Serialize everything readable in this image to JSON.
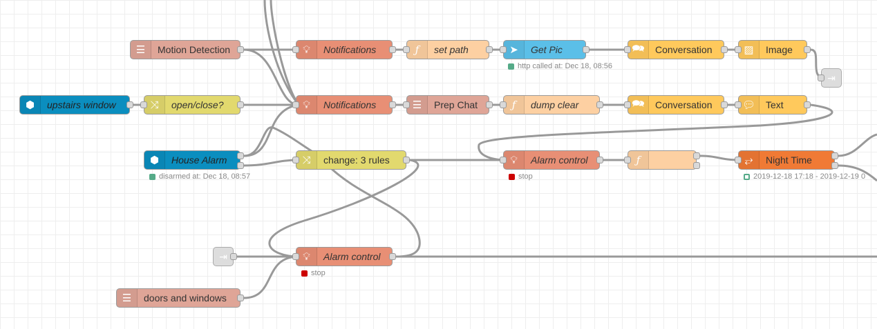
{
  "colors": {
    "inject": "#0b8ebf",
    "switch": "#e2d96e",
    "notify": "#e88f75",
    "function": "#fdd0a2",
    "template": "#dfa597",
    "http": "#5bbfe8",
    "telegram": "#ffc95c",
    "time": "#f07a35",
    "link": "#dddddd",
    "status_green": "#5a8",
    "status_red": "#c00"
  },
  "nodes": {
    "motion_detection": {
      "label": "Motion Detection",
      "icon": "template-icon"
    },
    "notifications_1": {
      "label": "Notifications",
      "icon": "lightbulb-icon"
    },
    "set_path": {
      "label": "set path",
      "icon": "function-icon"
    },
    "get_pic": {
      "label": "Get Pic",
      "icon": "send-icon"
    },
    "conversation_1": {
      "label": "Conversation",
      "icon": "chat-icon"
    },
    "image": {
      "label": "Image",
      "icon": "image-icon"
    },
    "upstairs_window": {
      "label": "upstairs window",
      "icon": "inject-icon"
    },
    "open_close": {
      "label": "open/close?",
      "icon": "switch-icon"
    },
    "notifications_2": {
      "label": "Notifications",
      "icon": "lightbulb-icon"
    },
    "prep_chat": {
      "label": "Prep Chat",
      "icon": "template-icon"
    },
    "dump_clear": {
      "label": "dump clear",
      "icon": "function-icon"
    },
    "conversation_2": {
      "label": "Conversation",
      "icon": "chat-icon"
    },
    "text": {
      "label": "Text",
      "icon": "speech-bubble-icon"
    },
    "house_alarm": {
      "label": "House Alarm",
      "icon": "inject-icon"
    },
    "change_rules": {
      "label": "change: 3 rules",
      "icon": "switch-icon"
    },
    "alarm_control_1": {
      "label": "Alarm control",
      "icon": "lightbulb-icon"
    },
    "function_blank": {
      "label": "",
      "icon": "function-icon"
    },
    "night_time": {
      "label": "Night Time",
      "icon": "time-icon"
    },
    "alarm_control_2": {
      "label": "Alarm control",
      "icon": "lightbulb-icon"
    },
    "doors_windows": {
      "label": "doors and windows",
      "icon": "template-icon"
    }
  },
  "statuses": {
    "get_pic": "http called at: Dec 18, 08:56",
    "house_alarm": "disarmed at: Dec 18, 08:57",
    "alarm_control_1": "stop",
    "night_time": "2019-12-18 17:18 - 2019-12-19 0",
    "alarm_control_2": "stop"
  }
}
